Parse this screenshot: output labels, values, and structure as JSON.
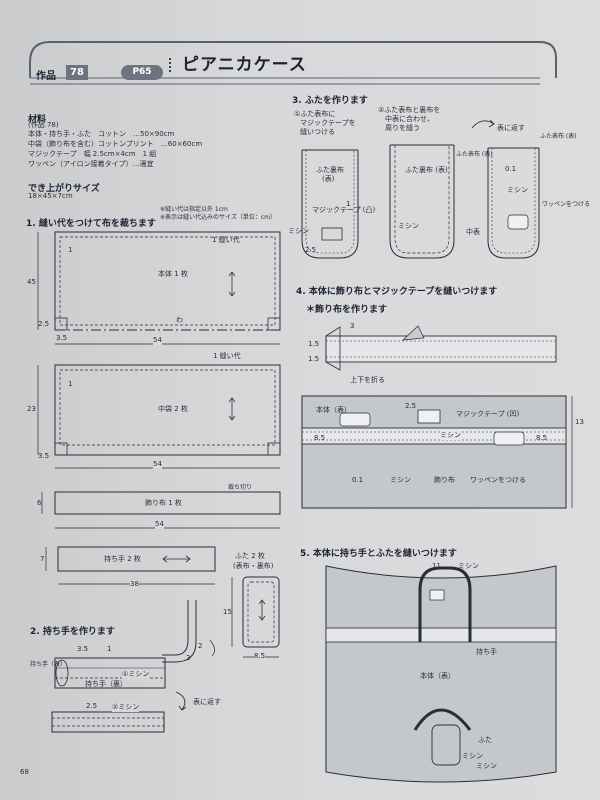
{
  "header": {
    "work_label": "作品",
    "work_number": "78",
    "page_ref": "P65",
    "title": "ピアニカケース"
  },
  "materials": {
    "heading": "材料",
    "sub": "(作品 78)",
    "lines": [
      "本体・持ち手・ふた　コットン　…50×90cm",
      "中袋（飾り布を含む）コットンプリント　…60×60cm",
      "マジックテープ　幅 2.5cm×4cm　1 組",
      "ワッペン（アイロン接着タイプ）…適宜"
    ]
  },
  "size": {
    "heading": "でき上がりサイズ",
    "value": "18×45×7cm"
  },
  "step1": {
    "title": "1. 縫い代をつけて布を裁ちます",
    "notes": [
      "※縫い代は指定以外 1cm",
      "※表示は縫い代込みのサイズ（単位：cm）"
    ],
    "body": {
      "label": "本体 1 枚",
      "h": "45",
      "w": "54",
      "d1": "2.5",
      "d2": "3.5",
      "seam": "1 縫い代",
      "mark": "わ",
      "one": "1"
    },
    "lining": {
      "label": "中袋 2 枚",
      "h": "23",
      "w": "54",
      "d1": "3.5",
      "seam": "1 縫い代",
      "one": "1"
    },
    "deco": {
      "label": "飾り布 1 枚",
      "h": "6",
      "w": "54",
      "note": "裁ち切り"
    },
    "handle": {
      "label": "持ち手 2 枚",
      "h": "7",
      "w": "38"
    },
    "lid": {
      "label": "ふた 2 枚",
      "sub": "(表布・裏布)",
      "h": "15",
      "w": "8.5"
    }
  },
  "step2": {
    "title": "2. 持ち手を作ります",
    "labels": [
      "3.5",
      "1",
      "持ち手（表）",
      "持ち手（裏）",
      "①ミシン",
      "表に返す",
      "2.5",
      "②ミシン",
      "2",
      "2"
    ]
  },
  "step3": {
    "title": "3. ふたを作ります",
    "labels": [
      "①ふた表布に",
      "マジックテープを",
      "縫いつける",
      "ミシン",
      "ふた裏布",
      "(表)",
      "マジックテープ (凸)",
      "2.5",
      "1",
      "②ふた表布と裏布を",
      "中表に合わせ、",
      "周りを縫う",
      "ふた表布 (表)",
      "ふた裏布 (表)",
      "ミシン",
      "中表",
      "表に返す",
      "0.1",
      "ミシン",
      "ふた表布 (表)",
      "ワッペンをつける"
    ]
  },
  "step4": {
    "title": "4. 本体に飾り布とマジックテープを縫いつけます",
    "sub": "＊飾り布を作ります",
    "labels": [
      "3",
      "1.5",
      "1.5",
      "上下を折る",
      "本体（表）",
      "2.5",
      "マジックテープ (凹)",
      "ミシン",
      "8.5",
      "8.5",
      "13",
      "0.1",
      "ミシン",
      "飾り布",
      "ワッペンをつける"
    ]
  },
  "step5": {
    "title": "5. 本体に持ち手とふたを縫いつけます",
    "labels": [
      "11",
      "ミシン",
      "持ち手",
      "本体（表）",
      "ふた",
      "ミシン",
      "ミシン"
    ]
  },
  "footer": {
    "page": "68"
  }
}
